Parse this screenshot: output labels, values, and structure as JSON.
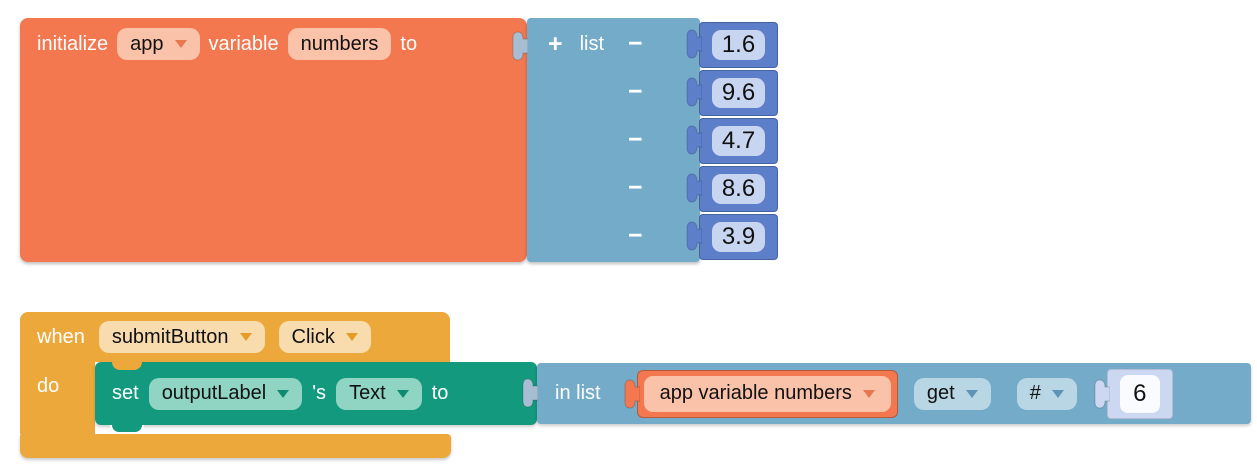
{
  "colors": {
    "coral": "#f3774f",
    "coral_pill": "#f9c2a9",
    "coral_arrow": "#e8764f",
    "steel": "#73abc9",
    "steel_pill": "#b9d6e4",
    "steel_arrow": "#5e93b5",
    "navy": "#5d7ec8",
    "navy_pill": "#c8d5f1",
    "amber": "#eda83c",
    "amber_pill": "#f8dcae",
    "amber_arrow": "#e59c27",
    "teal": "#13997d",
    "teal_pill": "#90d5c3",
    "teal_arrow": "#0f8a71",
    "peri": "#ccd8f2",
    "peri_field": "#fafbff",
    "plug_steel": "#a6bdd2",
    "workspace_bg": "#ffffff"
  },
  "initialize_block": {
    "keyword": "initialize",
    "scope": {
      "value": "app"
    },
    "variable_word": "variable",
    "name": {
      "value": "numbers"
    },
    "to_word": "to"
  },
  "list_block": {
    "plus": "+",
    "title": "list",
    "minus": "−",
    "items": [
      "1.6",
      "9.6",
      "4.7",
      "8.6",
      "3.9"
    ]
  },
  "when_block": {
    "keyword": "when",
    "component": {
      "value": "submitButton"
    },
    "event": {
      "value": "Click"
    },
    "do_word": "do"
  },
  "set_block": {
    "keyword": "set",
    "component": {
      "value": "outputLabel"
    },
    "possessive": "'s",
    "property": {
      "value": "Text"
    },
    "to_word": "to"
  },
  "in_list_block": {
    "title": "in list",
    "list_ref": {
      "value": "app variable numbers"
    },
    "operation": {
      "value": "get"
    },
    "index_type": {
      "value": "#"
    },
    "index": {
      "value": "6"
    }
  }
}
